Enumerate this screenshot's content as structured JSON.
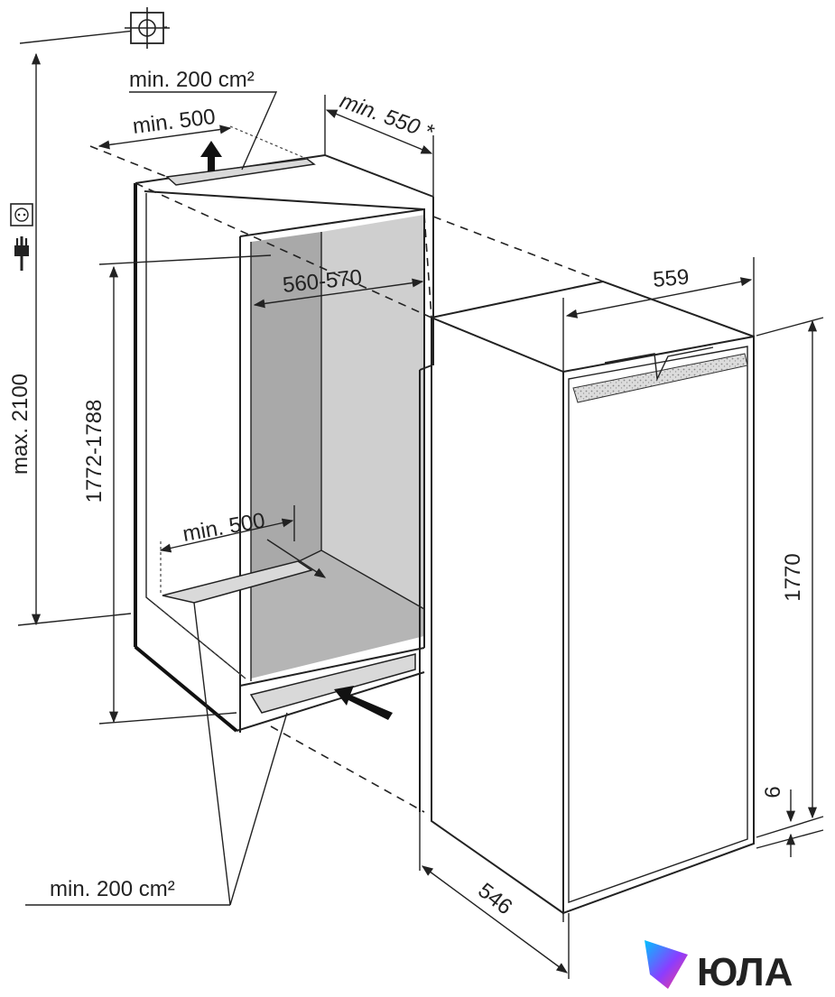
{
  "labels": {
    "top_vent_area": "min. 200 cm²",
    "top_vent_width": "min. 500",
    "depth_min": "min. 550 *",
    "niche_width": "560-570",
    "appliance_width": "559",
    "max_height": "max. 2100",
    "niche_height": "1772-1788",
    "bottom_vent_width": "min. 500",
    "appliance_height": "1770",
    "gap": "6",
    "appliance_depth": "546",
    "bottom_vent_area": "min. 200 cm²"
  },
  "logo": {
    "text": "ЮЛА",
    "gradient": [
      "#00c2ff",
      "#8b3dff",
      "#ff3d7f"
    ]
  },
  "icons": [
    "ground-plug-icon",
    "socket-icon",
    "crosshair-outlet-icon",
    "arrow-up-icon",
    "arrow-in-icon"
  ]
}
